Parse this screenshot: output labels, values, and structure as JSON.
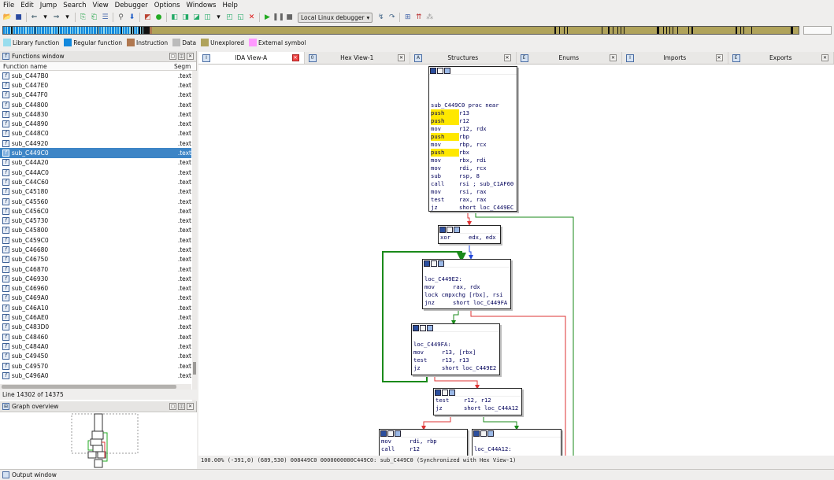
{
  "menu": [
    "File",
    "Edit",
    "Jump",
    "Search",
    "View",
    "Debugger",
    "Options",
    "Windows",
    "Help"
  ],
  "toolbar": {
    "debugger_select": "Local Linux debugger"
  },
  "colors": {
    "library": "#99ddee",
    "regular": "#1188dd",
    "instruction": "#b07850",
    "data": "#bbbbbb",
    "unexplored": "#b0a35b",
    "external": "#ff99ff",
    "selected": "#3d85c6"
  },
  "legend": [
    "Library function",
    "Regular function",
    "Instruction",
    "Data",
    "Unexplored",
    "External symbol"
  ],
  "functions_window": {
    "title": "Functions window",
    "col_name": "Function name",
    "col_seg": "Segm",
    "rows": [
      {
        "name": "sub_C447B0",
        "seg": ".text"
      },
      {
        "name": "sub_C447E0",
        "seg": ".text"
      },
      {
        "name": "sub_C447F0",
        "seg": ".text"
      },
      {
        "name": "sub_C44800",
        "seg": ".text"
      },
      {
        "name": "sub_C44830",
        "seg": ".text"
      },
      {
        "name": "sub_C44890",
        "seg": ".text"
      },
      {
        "name": "sub_C448C0",
        "seg": ".text"
      },
      {
        "name": "sub_C44920",
        "seg": ".text"
      },
      {
        "name": "sub_C449C0",
        "seg": ".text",
        "selected": true
      },
      {
        "name": "sub_C44A20",
        "seg": ".text"
      },
      {
        "name": "sub_C44AC0",
        "seg": ".text"
      },
      {
        "name": "sub_C44C60",
        "seg": ".text"
      },
      {
        "name": "sub_C45180",
        "seg": ".text"
      },
      {
        "name": "sub_C45560",
        "seg": ".text"
      },
      {
        "name": "sub_C456C0",
        "seg": ".text"
      },
      {
        "name": "sub_C45730",
        "seg": ".text"
      },
      {
        "name": "sub_C45800",
        "seg": ".text"
      },
      {
        "name": "sub_C459C0",
        "seg": ".text"
      },
      {
        "name": "sub_C46680",
        "seg": ".text"
      },
      {
        "name": "sub_C46750",
        "seg": ".text"
      },
      {
        "name": "sub_C46870",
        "seg": ".text"
      },
      {
        "name": "sub_C46930",
        "seg": ".text"
      },
      {
        "name": "sub_C46960",
        "seg": ".text"
      },
      {
        "name": "sub_C469A0",
        "seg": ".text"
      },
      {
        "name": "sub_C46A10",
        "seg": ".text"
      },
      {
        "name": "sub_C46AE0",
        "seg": ".text"
      },
      {
        "name": "sub_C483D0",
        "seg": ".text"
      },
      {
        "name": "sub_C48460",
        "seg": ".text"
      },
      {
        "name": "sub_C484A0",
        "seg": ".text"
      },
      {
        "name": "sub_C49450",
        "seg": ".text"
      },
      {
        "name": "sub_C49570",
        "seg": ".text"
      },
      {
        "name": "sub_C496A0",
        "seg": ".text"
      }
    ],
    "line_count": "Line 14302 of 14375"
  },
  "graph_overview": {
    "title": "Graph overview"
  },
  "tabs": [
    {
      "label": "IDA View-A",
      "active": true
    },
    {
      "label": "Hex View-1"
    },
    {
      "label": "Structures"
    },
    {
      "label": "Enums"
    },
    {
      "label": "Imports"
    },
    {
      "label": "Exports"
    }
  ],
  "nodes": {
    "n1": [
      {
        "t": "sub_C449C0 proc near"
      },
      {
        "m": "push",
        "o": "r13",
        "hl": true
      },
      {
        "m": "push",
        "o": "r12",
        "hl": true
      },
      {
        "m": "mov",
        "o": "r12, rdx"
      },
      {
        "m": "push",
        "o": "rbp",
        "hl": true
      },
      {
        "m": "mov",
        "o": "rbp, rcx"
      },
      {
        "m": "push",
        "o": "rbx",
        "hl": true
      },
      {
        "m": "mov",
        "o": "rbx, rdi"
      },
      {
        "m": "mov",
        "o": "rdi, rcx"
      },
      {
        "m": "sub",
        "o": "rsp, 8"
      },
      {
        "m": "call",
        "o": "rsi ; sub_C1AF60"
      },
      {
        "m": "mov",
        "o": "rsi, rax"
      },
      {
        "m": "test",
        "o": "rax, rax"
      },
      {
        "m": "jz",
        "o": "short loc_C449EC"
      }
    ],
    "n2": [
      {
        "m": "xor",
        "o": "edx, edx"
      }
    ],
    "n3": [
      {
        "t": "loc_C449E2:"
      },
      {
        "m": "mov",
        "o": "rax, rdx"
      },
      {
        "t": "lock cmpxchg [rbx], rsi"
      },
      {
        "m": "jnz",
        "o": "short loc_C449FA"
      }
    ],
    "n4": [
      {
        "t": "loc_C449FA:"
      },
      {
        "m": "mov",
        "o": "r13, [rbx]"
      },
      {
        "m": "test",
        "o": "r13, r13"
      },
      {
        "m": "jz",
        "o": "short loc_C449E2"
      }
    ],
    "n5": [
      {
        "m": "test",
        "o": "r12, r12"
      },
      {
        "m": "jz",
        "o": "short loc_C44A12"
      }
    ],
    "n6": [
      {
        "m": "mov",
        "o": "rdi, rbp"
      },
      {
        "m": "call",
        "o": "r12"
      }
    ],
    "n7": [
      {
        "t": "loc_C44A12:"
      }
    ]
  },
  "status": "100.00% (-391,0) (689,530) 008449C0 0000000000C449C0: sub_C449C0 (Synchronized with Hex View-1)",
  "output_window": "Output window"
}
